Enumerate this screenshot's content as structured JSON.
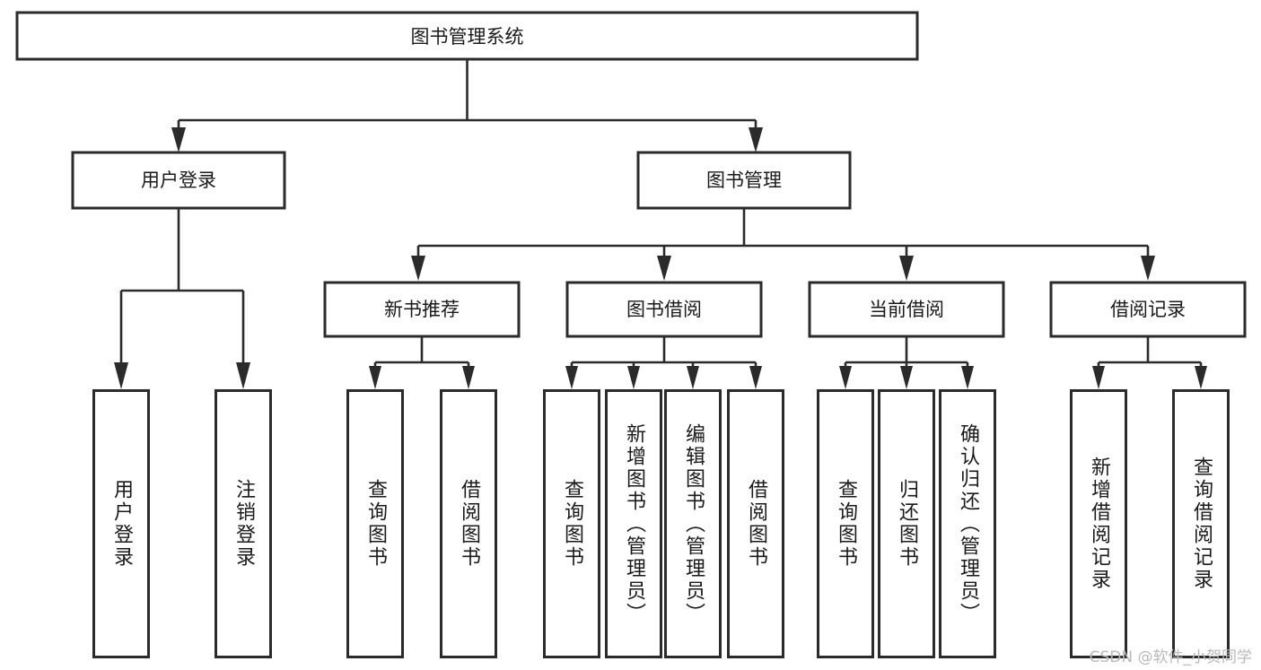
{
  "diagram": {
    "type": "tree",
    "title": "图书管理系统",
    "root": {
      "id": "root",
      "label": "图书管理系统",
      "orientation": "horizontal"
    },
    "level2": [
      {
        "id": "user-login",
        "label": "用户登录",
        "orientation": "horizontal"
      },
      {
        "id": "book-manage",
        "label": "图书管理",
        "orientation": "horizontal"
      }
    ],
    "level3": [
      {
        "id": "new-book-rec",
        "label": "新书推荐",
        "orientation": "horizontal",
        "parent": "book-manage"
      },
      {
        "id": "book-borrow",
        "label": "图书借阅",
        "orientation": "horizontal",
        "parent": "book-manage"
      },
      {
        "id": "current-borrow",
        "label": "当前借阅",
        "orientation": "horizontal",
        "parent": "book-manage"
      },
      {
        "id": "borrow-record",
        "label": "借阅记录",
        "orientation": "horizontal",
        "parent": "book-manage"
      }
    ],
    "leaves": [
      {
        "id": "leaf-user-login",
        "label": "用户登录",
        "parent": "user-login",
        "orientation": "vertical"
      },
      {
        "id": "leaf-logout",
        "label": "注销登录",
        "parent": "user-login",
        "orientation": "vertical"
      },
      {
        "id": "leaf-query-book-1",
        "label": "查询图书",
        "parent": "new-book-rec",
        "orientation": "vertical"
      },
      {
        "id": "leaf-borrow-book-1",
        "label": "借阅图书",
        "parent": "new-book-rec",
        "orientation": "vertical"
      },
      {
        "id": "leaf-query-book-2",
        "label": "查询图书",
        "parent": "book-borrow",
        "orientation": "vertical"
      },
      {
        "id": "leaf-add-book",
        "label": "新增图书（管理员）",
        "parent": "book-borrow",
        "orientation": "vertical"
      },
      {
        "id": "leaf-edit-book",
        "label": "编辑图书（管理员）",
        "parent": "book-borrow",
        "orientation": "vertical"
      },
      {
        "id": "leaf-borrow-book-2",
        "label": "借阅图书",
        "parent": "book-borrow",
        "orientation": "vertical"
      },
      {
        "id": "leaf-query-book-3",
        "label": "查询图书",
        "parent": "current-borrow",
        "orientation": "vertical"
      },
      {
        "id": "leaf-return-book",
        "label": "归还图书",
        "parent": "current-borrow",
        "orientation": "vertical"
      },
      {
        "id": "leaf-confirm-return",
        "label": "确认归还（管理员）",
        "parent": "current-borrow",
        "orientation": "vertical"
      },
      {
        "id": "leaf-add-record",
        "label": "新增借阅记录",
        "parent": "borrow-record",
        "orientation": "vertical"
      },
      {
        "id": "leaf-query-record",
        "label": "查询借阅记录",
        "parent": "borrow-record",
        "orientation": "vertical"
      }
    ],
    "colors": {
      "stroke": "#2b2b2b",
      "fill": "#ffffff",
      "text": "#1a1a1a",
      "background": "#ffffff",
      "watermark": "#b9b9b9"
    }
  },
  "watermark": {
    "text": "CSDN @软件_小贺同学"
  }
}
